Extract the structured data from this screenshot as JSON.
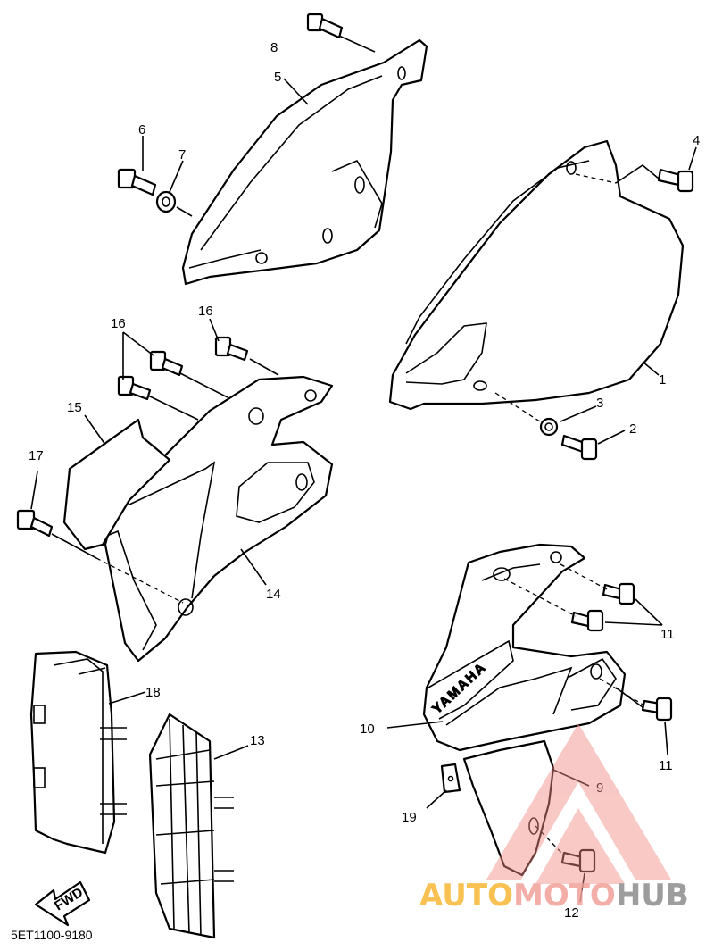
{
  "diagram": {
    "part_labels": [
      {
        "id": "1",
        "text": "1"
      },
      {
        "id": "2",
        "text": "2"
      },
      {
        "id": "3",
        "text": "3"
      },
      {
        "id": "4",
        "text": "4"
      },
      {
        "id": "5",
        "text": "5"
      },
      {
        "id": "6",
        "text": "6"
      },
      {
        "id": "7",
        "text": "7"
      },
      {
        "id": "8",
        "text": "8"
      },
      {
        "id": "9",
        "text": "9"
      },
      {
        "id": "10",
        "text": "10"
      },
      {
        "id": "11a",
        "text": "11"
      },
      {
        "id": "11b",
        "text": "11"
      },
      {
        "id": "12",
        "text": "12"
      },
      {
        "id": "13",
        "text": "13"
      },
      {
        "id": "14",
        "text": "14"
      },
      {
        "id": "15",
        "text": "15"
      },
      {
        "id": "16a",
        "text": "16"
      },
      {
        "id": "16b",
        "text": "16"
      },
      {
        "id": "17",
        "text": "17"
      },
      {
        "id": "18",
        "text": "18"
      },
      {
        "id": "19",
        "text": "19"
      }
    ],
    "brand_text": "YAMAHA",
    "fwd_text": "FWD",
    "catalog_code": "5ET1100-9180"
  },
  "watermark": {
    "part1": "AUTO",
    "part2": "MOTO",
    "part3": "HUB",
    "color1": "#f7b733",
    "color2": "#f2a09a",
    "color3": "#8c8c8c",
    "triangle_color": "#f08a84"
  }
}
